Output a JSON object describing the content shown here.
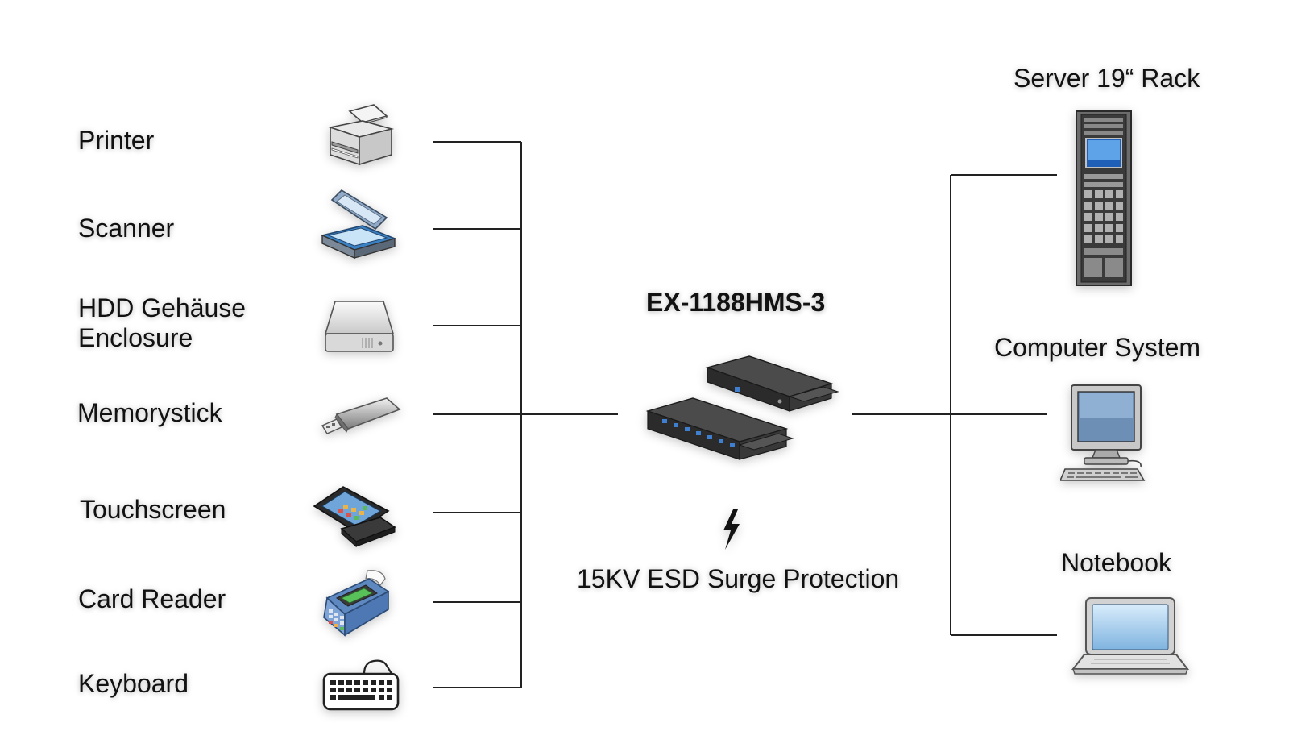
{
  "peripherals": [
    {
      "label": "Printer",
      "icon": "printer-icon"
    },
    {
      "label": "Scanner",
      "icon": "scanner-icon"
    },
    {
      "label_line1": "HDD Gehäuse",
      "label_line2": "Enclosure",
      "icon": "hdd-enclosure-icon"
    },
    {
      "label": "Memorystick",
      "icon": "usb-stick-icon"
    },
    {
      "label": "Touchscreen",
      "icon": "touchscreen-pos-icon"
    },
    {
      "label": "Card Reader",
      "icon": "card-reader-icon"
    },
    {
      "label": "Keyboard",
      "icon": "keyboard-icon"
    }
  ],
  "hub": {
    "model": "EX-1188HMS-3",
    "icon": "usb-hub-icon",
    "protection_icon": "lightning-icon",
    "protection_label": "15KV ESD Surge Protection"
  },
  "hosts": [
    {
      "label": "Server 19“ Rack",
      "icon": "server-rack-icon"
    },
    {
      "label": "Computer System",
      "icon": "desktop-computer-icon"
    },
    {
      "label": "Notebook",
      "icon": "notebook-icon"
    }
  ],
  "colors": {
    "line": "#222222",
    "text": "#111111"
  }
}
